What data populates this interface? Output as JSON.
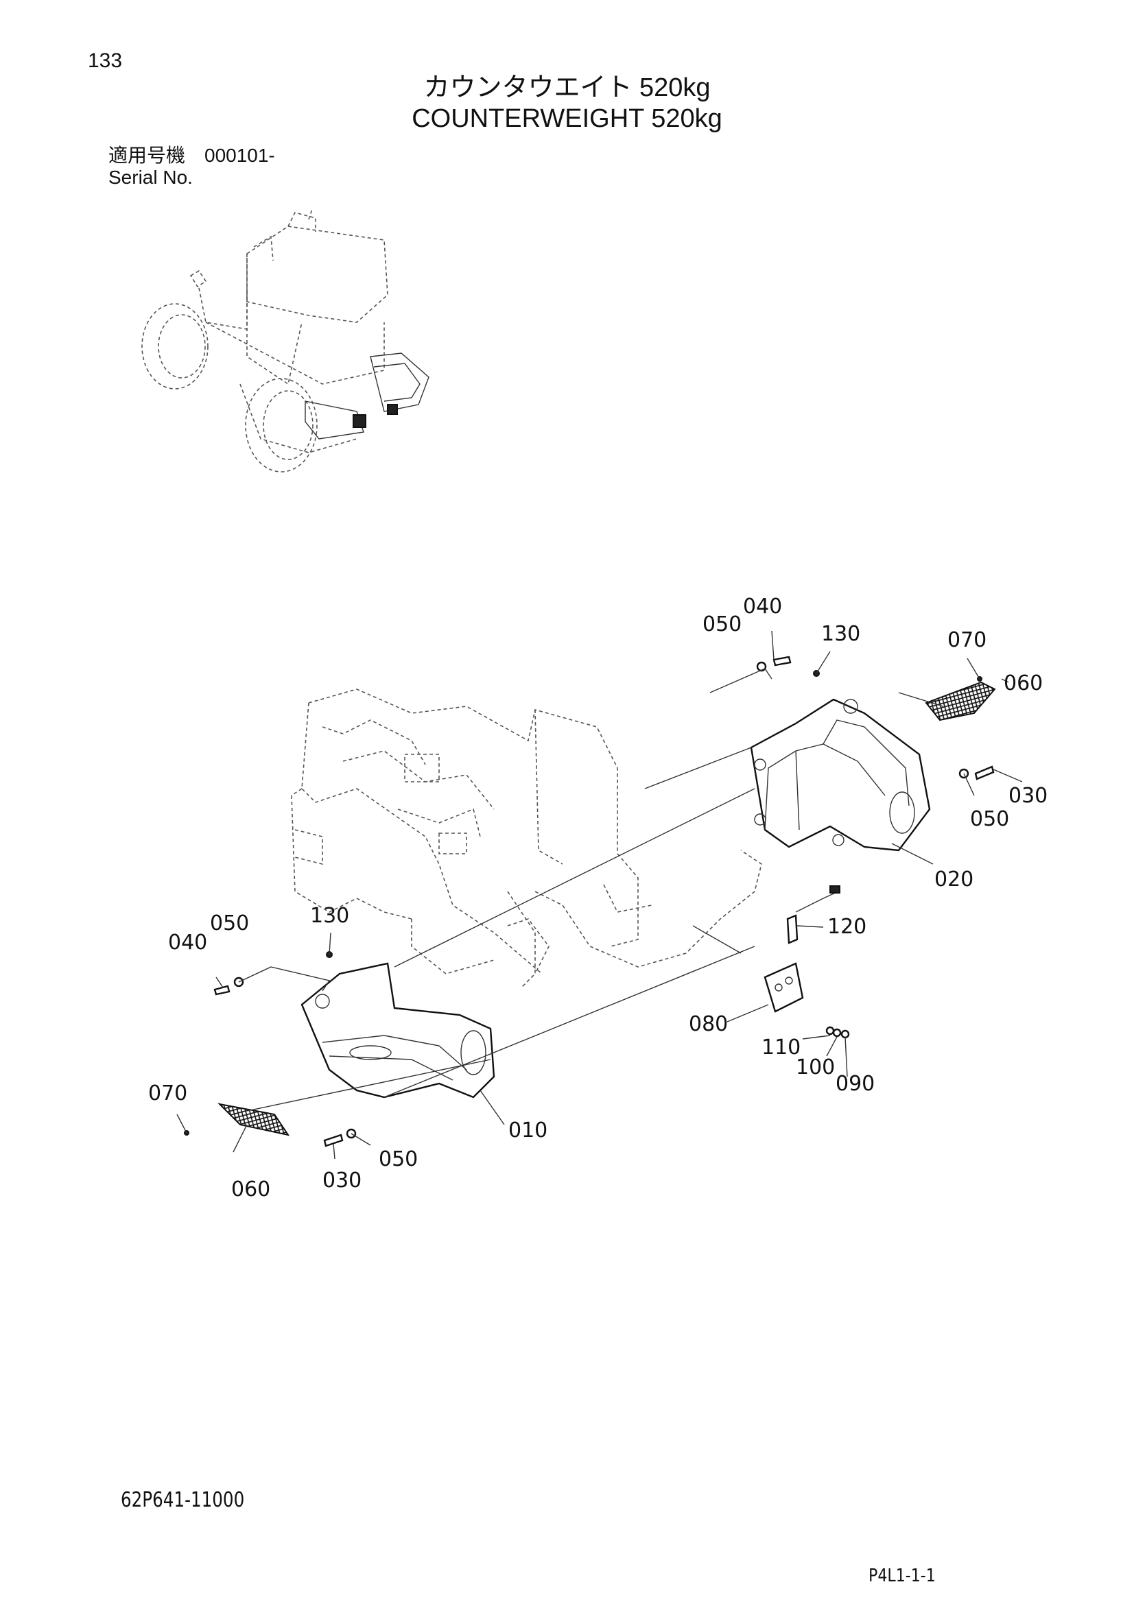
{
  "header": {
    "page_number": "133",
    "title_jp": "カウンタウエイト 520kg",
    "title_en": "COUNTERWEIGHT 520kg",
    "serial_label_jp": "適用号機　000101-",
    "serial_label_en": "Serial No."
  },
  "callouts": {
    "c050_top": "050",
    "c040_top": "040",
    "c130_top": "130",
    "c070_top": "070",
    "c060_top": "060",
    "c030_top": "030",
    "c050_right": "050",
    "c020": "020",
    "c120": "120",
    "c130_left": "130",
    "c050_left": "050",
    "c040_left": "040",
    "c080": "080",
    "c110": "110",
    "c100": "100",
    "c090": "090",
    "c070_left": "070",
    "c010": "010",
    "c050_bottom": "050",
    "c030_bottom": "030",
    "c060_bottom": "060"
  },
  "footer": {
    "doc_code": "62P641-11000",
    "page_ref": "P4L1-1-1"
  }
}
